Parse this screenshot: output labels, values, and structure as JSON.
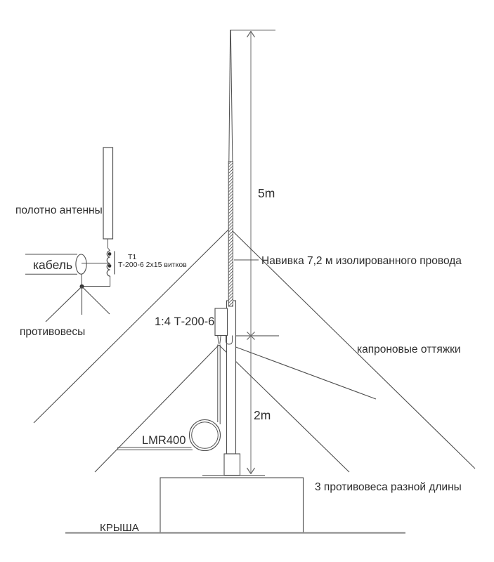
{
  "colors": {
    "background": "#ffffff",
    "line_stroke": "#4f4f4f",
    "dimension_stroke": "#8e8e8e",
    "text": "#2d2d2d"
  },
  "detail_inset": {
    "antenna_label": "полотно антенны",
    "cable_label": "кабель",
    "counterweights_label": "противовесы",
    "transformer": {
      "name": "Т1",
      "spec": "Т-200-6 2х15 витков"
    }
  },
  "main_view": {
    "dimensions": {
      "upper": "5m",
      "lower": "2m"
    },
    "winding_note": "Навивка 7,2 м изолированного провода",
    "balun_label": "1:4 Т-200-6",
    "guy_label": "капроновые оттяжки",
    "counterweights_note": "3 противовеса разной длины",
    "coax_label": "LMR400",
    "roof_label": "КРЫША"
  }
}
